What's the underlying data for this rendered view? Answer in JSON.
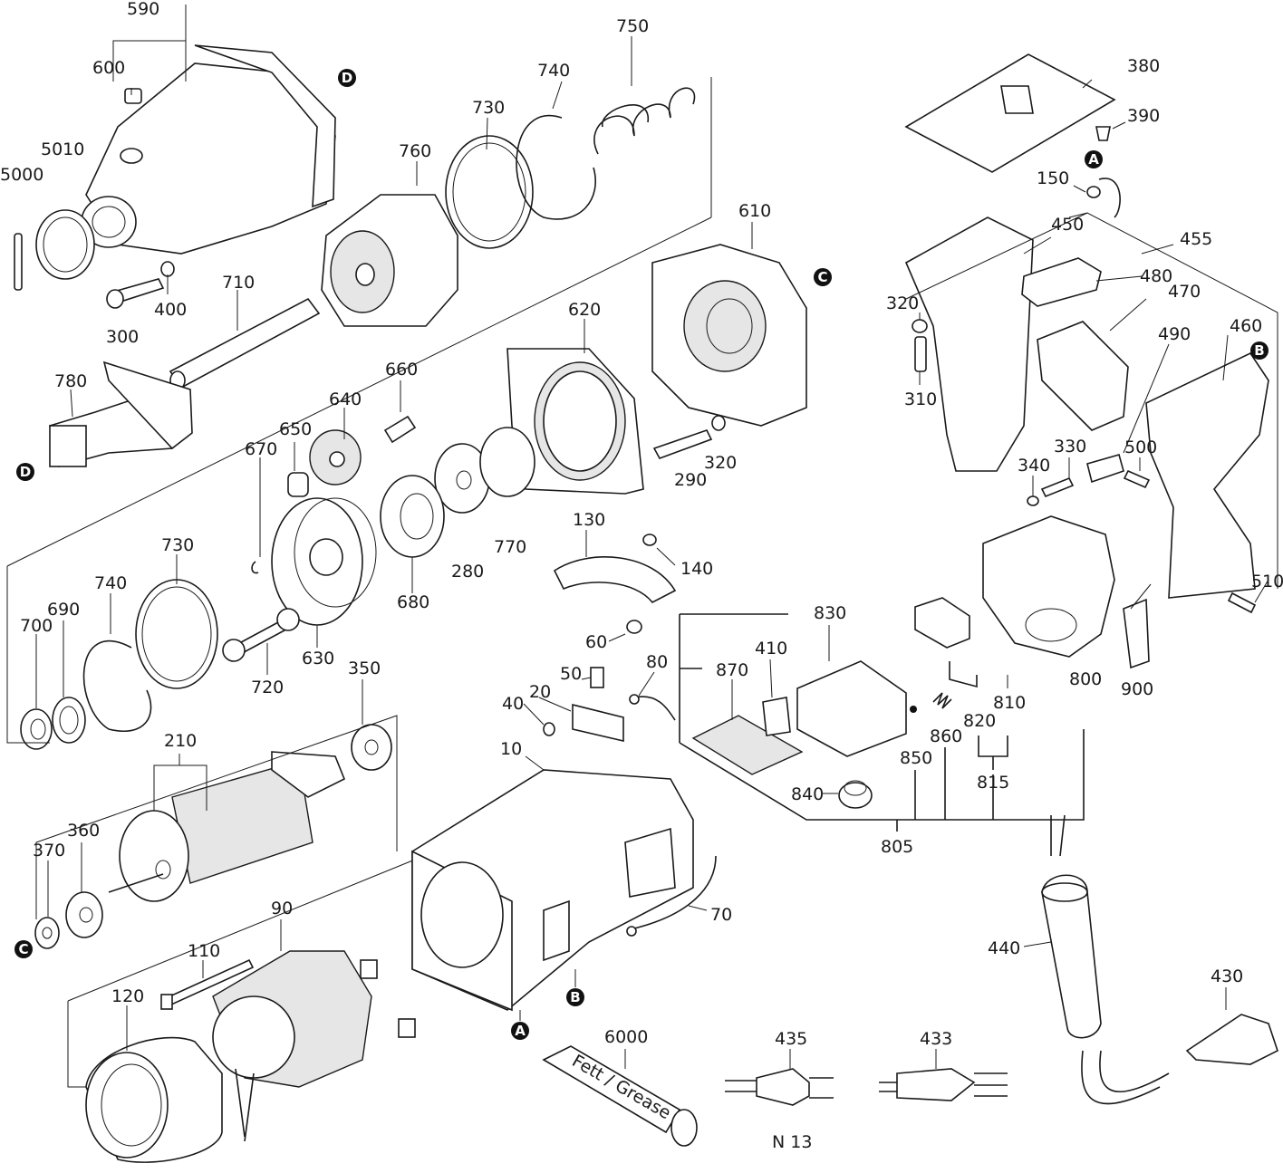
{
  "labels": {
    "l590": "590",
    "l600": "600",
    "l5010": "5010",
    "l5000": "5000",
    "l300": "300",
    "l400": "400",
    "l710": "710",
    "l780": "780",
    "l750": "750",
    "l740a": "740",
    "l730a": "730",
    "l760": "760",
    "l610": "610",
    "l620": "620",
    "l660": "660",
    "l640": "640",
    "l650": "650",
    "l670": "670",
    "l290": "290",
    "l320a": "320",
    "l280": "280",
    "l770": "770",
    "l680": "680",
    "l630": "630",
    "l720": "720",
    "l730b": "730",
    "l740b": "740",
    "l690": "690",
    "l700": "700",
    "l350": "350",
    "l210": "210",
    "l360": "360",
    "l370": "370",
    "l90": "90",
    "l110": "110",
    "l120": "120",
    "l130": "130",
    "l140": "140",
    "l60": "60",
    "l50": "50",
    "l80": "80",
    "l40": "40",
    "l20": "20",
    "l10": "10",
    "l70": "70",
    "l830": "830",
    "l410": "410",
    "l870": "870",
    "l840": "840",
    "l850": "850",
    "l860": "860",
    "l820": "820",
    "l810": "810",
    "l815": "815",
    "l805": "805",
    "l800": "800",
    "l900": "900",
    "l380": "380",
    "l390": "390",
    "l150": "150",
    "l450": "450",
    "l455": "455",
    "l480": "480",
    "l470": "470",
    "l320b": "320",
    "l310": "310",
    "l490": "490",
    "l460": "460",
    "l330": "330",
    "l340": "340",
    "l500": "500",
    "l510": "510",
    "l440": "440",
    "l430": "430",
    "l6000": "6000",
    "l435": "435",
    "l433": "433",
    "model": "N 13",
    "grease": "Fett / Grease"
  },
  "markers": {
    "A": "A",
    "B": "B",
    "C": "C",
    "D": "D"
  },
  "colors": {
    "ink": "#1a1a1a",
    "marker": "#111111",
    "shade": "#e6e6e6"
  }
}
